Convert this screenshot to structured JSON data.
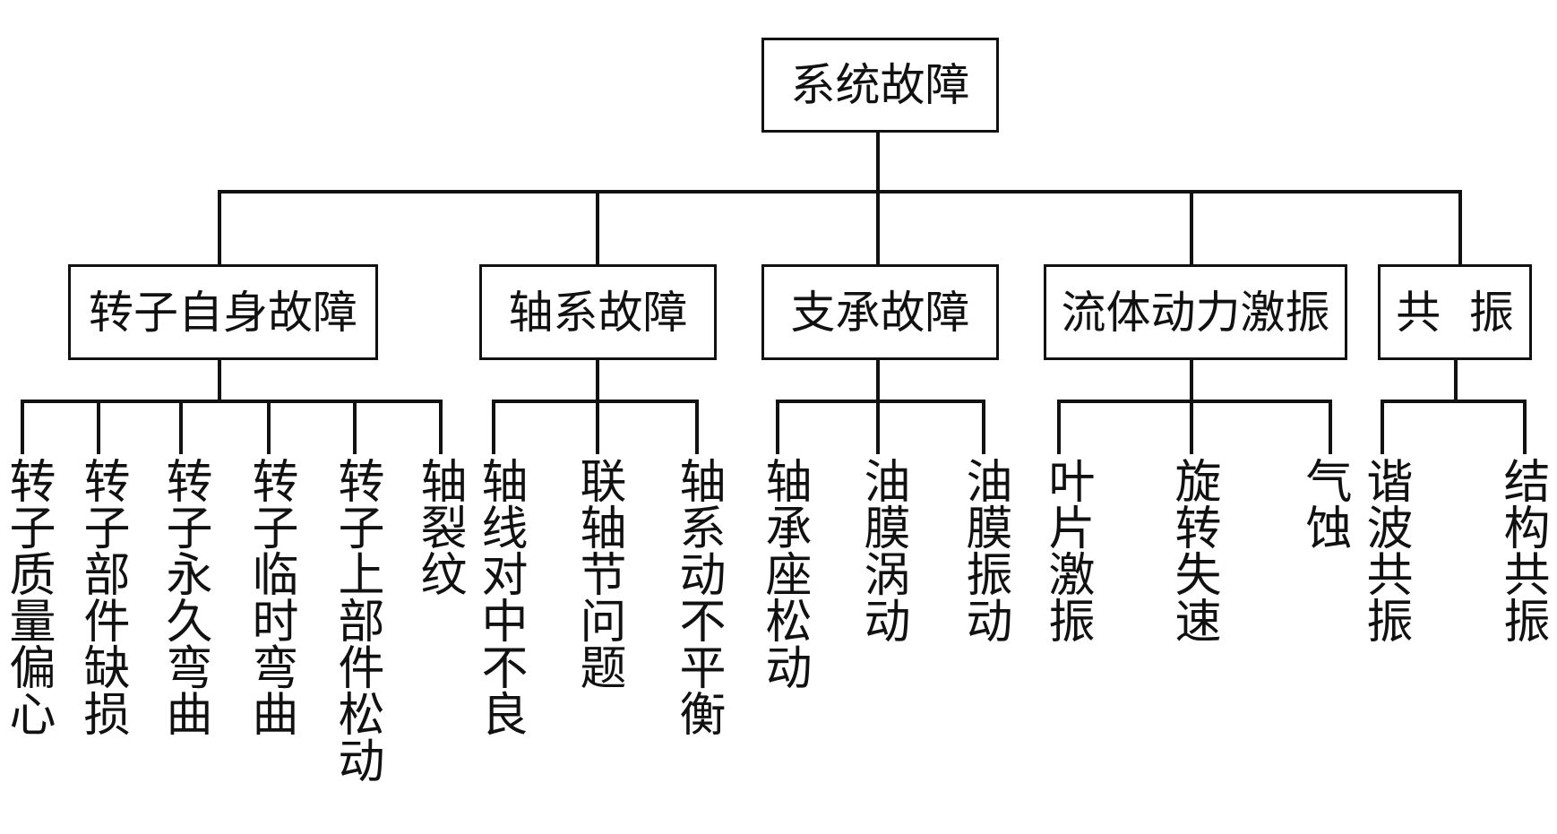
{
  "root": {
    "label": "系统故障"
  },
  "categories": [
    {
      "label": "转子自身故障",
      "children": [
        "转子质量偏心",
        "转子部件缺损",
        "转子永久弯曲",
        "转子临时弯曲",
        "转子上部件松动",
        "轴裂纹"
      ]
    },
    {
      "label": "轴系故障",
      "children": [
        "轴线对中不良",
        "联轴节问题",
        "轴系动不平衡"
      ]
    },
    {
      "label": "支承故障",
      "children": [
        "轴承座松动",
        "油膜涡动",
        "油膜振动"
      ]
    },
    {
      "label": "流体动力激振",
      "children": [
        "叶片激振",
        "旋转失速",
        "气蚀"
      ]
    },
    {
      "label": "共  振",
      "children": [
        "谐波共振",
        "结构共振"
      ]
    }
  ],
  "colors": {
    "line": "#111111",
    "text": "#111111",
    "background": "#ffffff"
  }
}
